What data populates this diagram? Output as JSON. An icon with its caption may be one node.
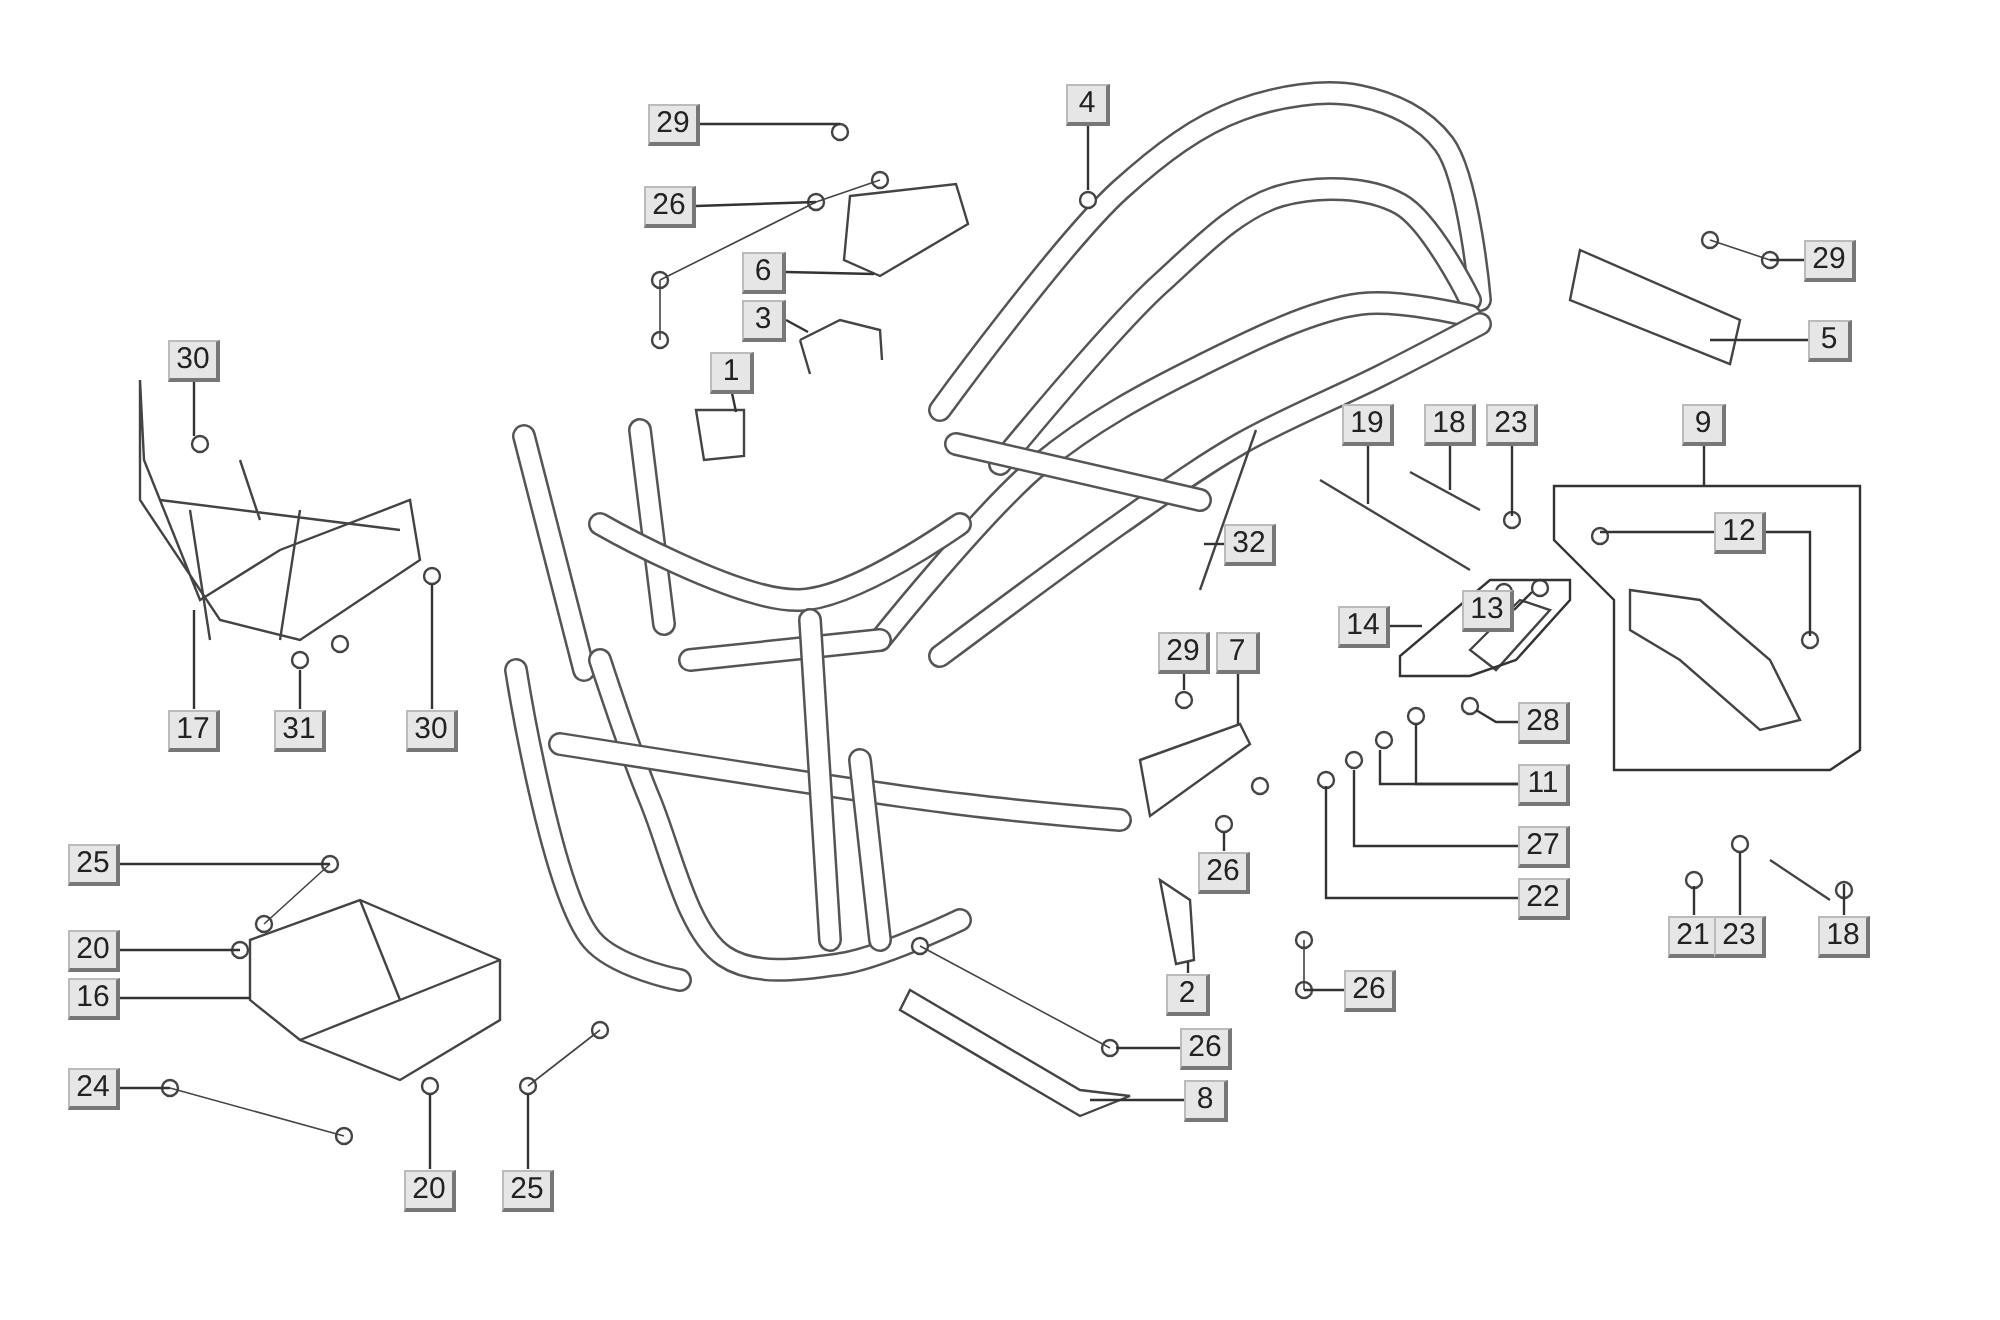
{
  "diagram": {
    "nodes": [
      {
        "text": [
          "29"
        ]
      },
      {
        "text": [
          "26"
        ]
      },
      {
        "text": [
          "4"
        ]
      },
      {
        "text": [
          "6"
        ]
      },
      {
        "text": [
          "3"
        ]
      },
      {
        "text": [
          "1"
        ]
      },
      {
        "text": [
          "29"
        ]
      },
      {
        "text": [
          "5"
        ]
      },
      {
        "text": [
          "30"
        ]
      },
      {
        "text": [
          "19"
        ]
      },
      {
        "text": [
          "18"
        ]
      },
      {
        "text": [
          "23"
        ]
      },
      {
        "text": [
          "9"
        ]
      },
      {
        "text": [
          "12"
        ]
      },
      {
        "text": [
          "32"
        ]
      },
      {
        "text": [
          "13"
        ]
      },
      {
        "text": [
          "14"
        ]
      },
      {
        "text": [
          "29"
        ]
      },
      {
        "text": [
          "7"
        ]
      },
      {
        "text": [
          "28"
        ]
      },
      {
        "text": [
          "17"
        ]
      },
      {
        "text": [
          "31"
        ]
      },
      {
        "text": [
          "30"
        ]
      },
      {
        "text": [
          "11"
        ]
      },
      {
        "text": [
          "27"
        ]
      },
      {
        "text": [
          "25"
        ]
      },
      {
        "text": [
          "26"
        ]
      },
      {
        "text": [
          "22"
        ]
      },
      {
        "text": [
          "21"
        ]
      },
      {
        "text": [
          "23"
        ]
      },
      {
        "text": [
          "18"
        ]
      },
      {
        "text": [
          "20"
        ]
      },
      {
        "text": [
          "2"
        ]
      },
      {
        "text": [
          "26"
        ]
      },
      {
        "text": [
          "16"
        ]
      },
      {
        "text": [
          "26"
        ]
      },
      {
        "text": [
          "24"
        ]
      },
      {
        "text": [
          "8"
        ]
      },
      {
        "text": [
          "20"
        ]
      },
      {
        "text": [
          "25"
        ]
      }
    ],
    "edges": [
      {
        "from": 0,
        "to": null,
        "arrow": "none"
      },
      {
        "from": 1,
        "to": null,
        "arrow": "none"
      },
      {
        "from": 2,
        "to": null,
        "arrow": "none"
      },
      {
        "from": 3,
        "to": null,
        "arrow": "none"
      },
      {
        "from": 4,
        "to": null,
        "arrow": "none"
      },
      {
        "from": 5,
        "to": null,
        "arrow": "none"
      },
      {
        "from": 6,
        "to": null,
        "arrow": "none"
      },
      {
        "from": 7,
        "to": null,
        "arrow": "none"
      },
      {
        "from": 8,
        "to": null,
        "arrow": "none"
      },
      {
        "from": 9,
        "to": null,
        "arrow": "none"
      },
      {
        "from": 10,
        "to": null,
        "arrow": "none"
      },
      {
        "from": 11,
        "to": null,
        "arrow": "none"
      },
      {
        "from": 12,
        "to": null,
        "arrow": "none"
      },
      {
        "from": 13,
        "to": null,
        "arrow": "none"
      },
      {
        "from": 13,
        "to": null,
        "arrow": "none"
      },
      {
        "from": 14,
        "to": null,
        "arrow": "none"
      },
      {
        "from": 15,
        "to": null,
        "arrow": "none"
      },
      {
        "from": 16,
        "to": null,
        "arrow": "none"
      },
      {
        "from": 17,
        "to": null,
        "arrow": "none"
      },
      {
        "from": 18,
        "to": null,
        "arrow": "none"
      },
      {
        "from": 19,
        "to": null,
        "arrow": "none"
      },
      {
        "from": 20,
        "to": null,
        "arrow": "none"
      },
      {
        "from": 21,
        "to": null,
        "arrow": "none"
      },
      {
        "from": 22,
        "to": null,
        "arrow": "none"
      },
      {
        "from": 23,
        "to": null,
        "arrow": "none"
      },
      {
        "from": 23,
        "to": null,
        "arrow": "none"
      },
      {
        "from": 24,
        "to": null,
        "arrow": "none"
      },
      {
        "from": 25,
        "to": null,
        "arrow": "none"
      },
      {
        "from": 26,
        "to": null,
        "arrow": "none"
      },
      {
        "from": 27,
        "to": null,
        "arrow": "none"
      },
      {
        "from": 28,
        "to": null,
        "arrow": "none"
      },
      {
        "from": 29,
        "to": null,
        "arrow": "none"
      },
      {
        "from": 30,
        "to": null,
        "arrow": "none"
      },
      {
        "from": 31,
        "to": null,
        "arrow": "none"
      },
      {
        "from": 32,
        "to": null,
        "arrow": "none"
      },
      {
        "from": 33,
        "to": null,
        "arrow": "none"
      },
      {
        "from": 34,
        "to": null,
        "arrow": "none"
      },
      {
        "from": 35,
        "to": null,
        "arrow": "none"
      },
      {
        "from": 36,
        "to": null,
        "arrow": "none"
      },
      {
        "from": 37,
        "to": null,
        "arrow": "none"
      },
      {
        "from": 38,
        "to": null,
        "arrow": "none"
      },
      {
        "from": 39,
        "to": null,
        "arrow": "none"
      }
    ]
  }
}
